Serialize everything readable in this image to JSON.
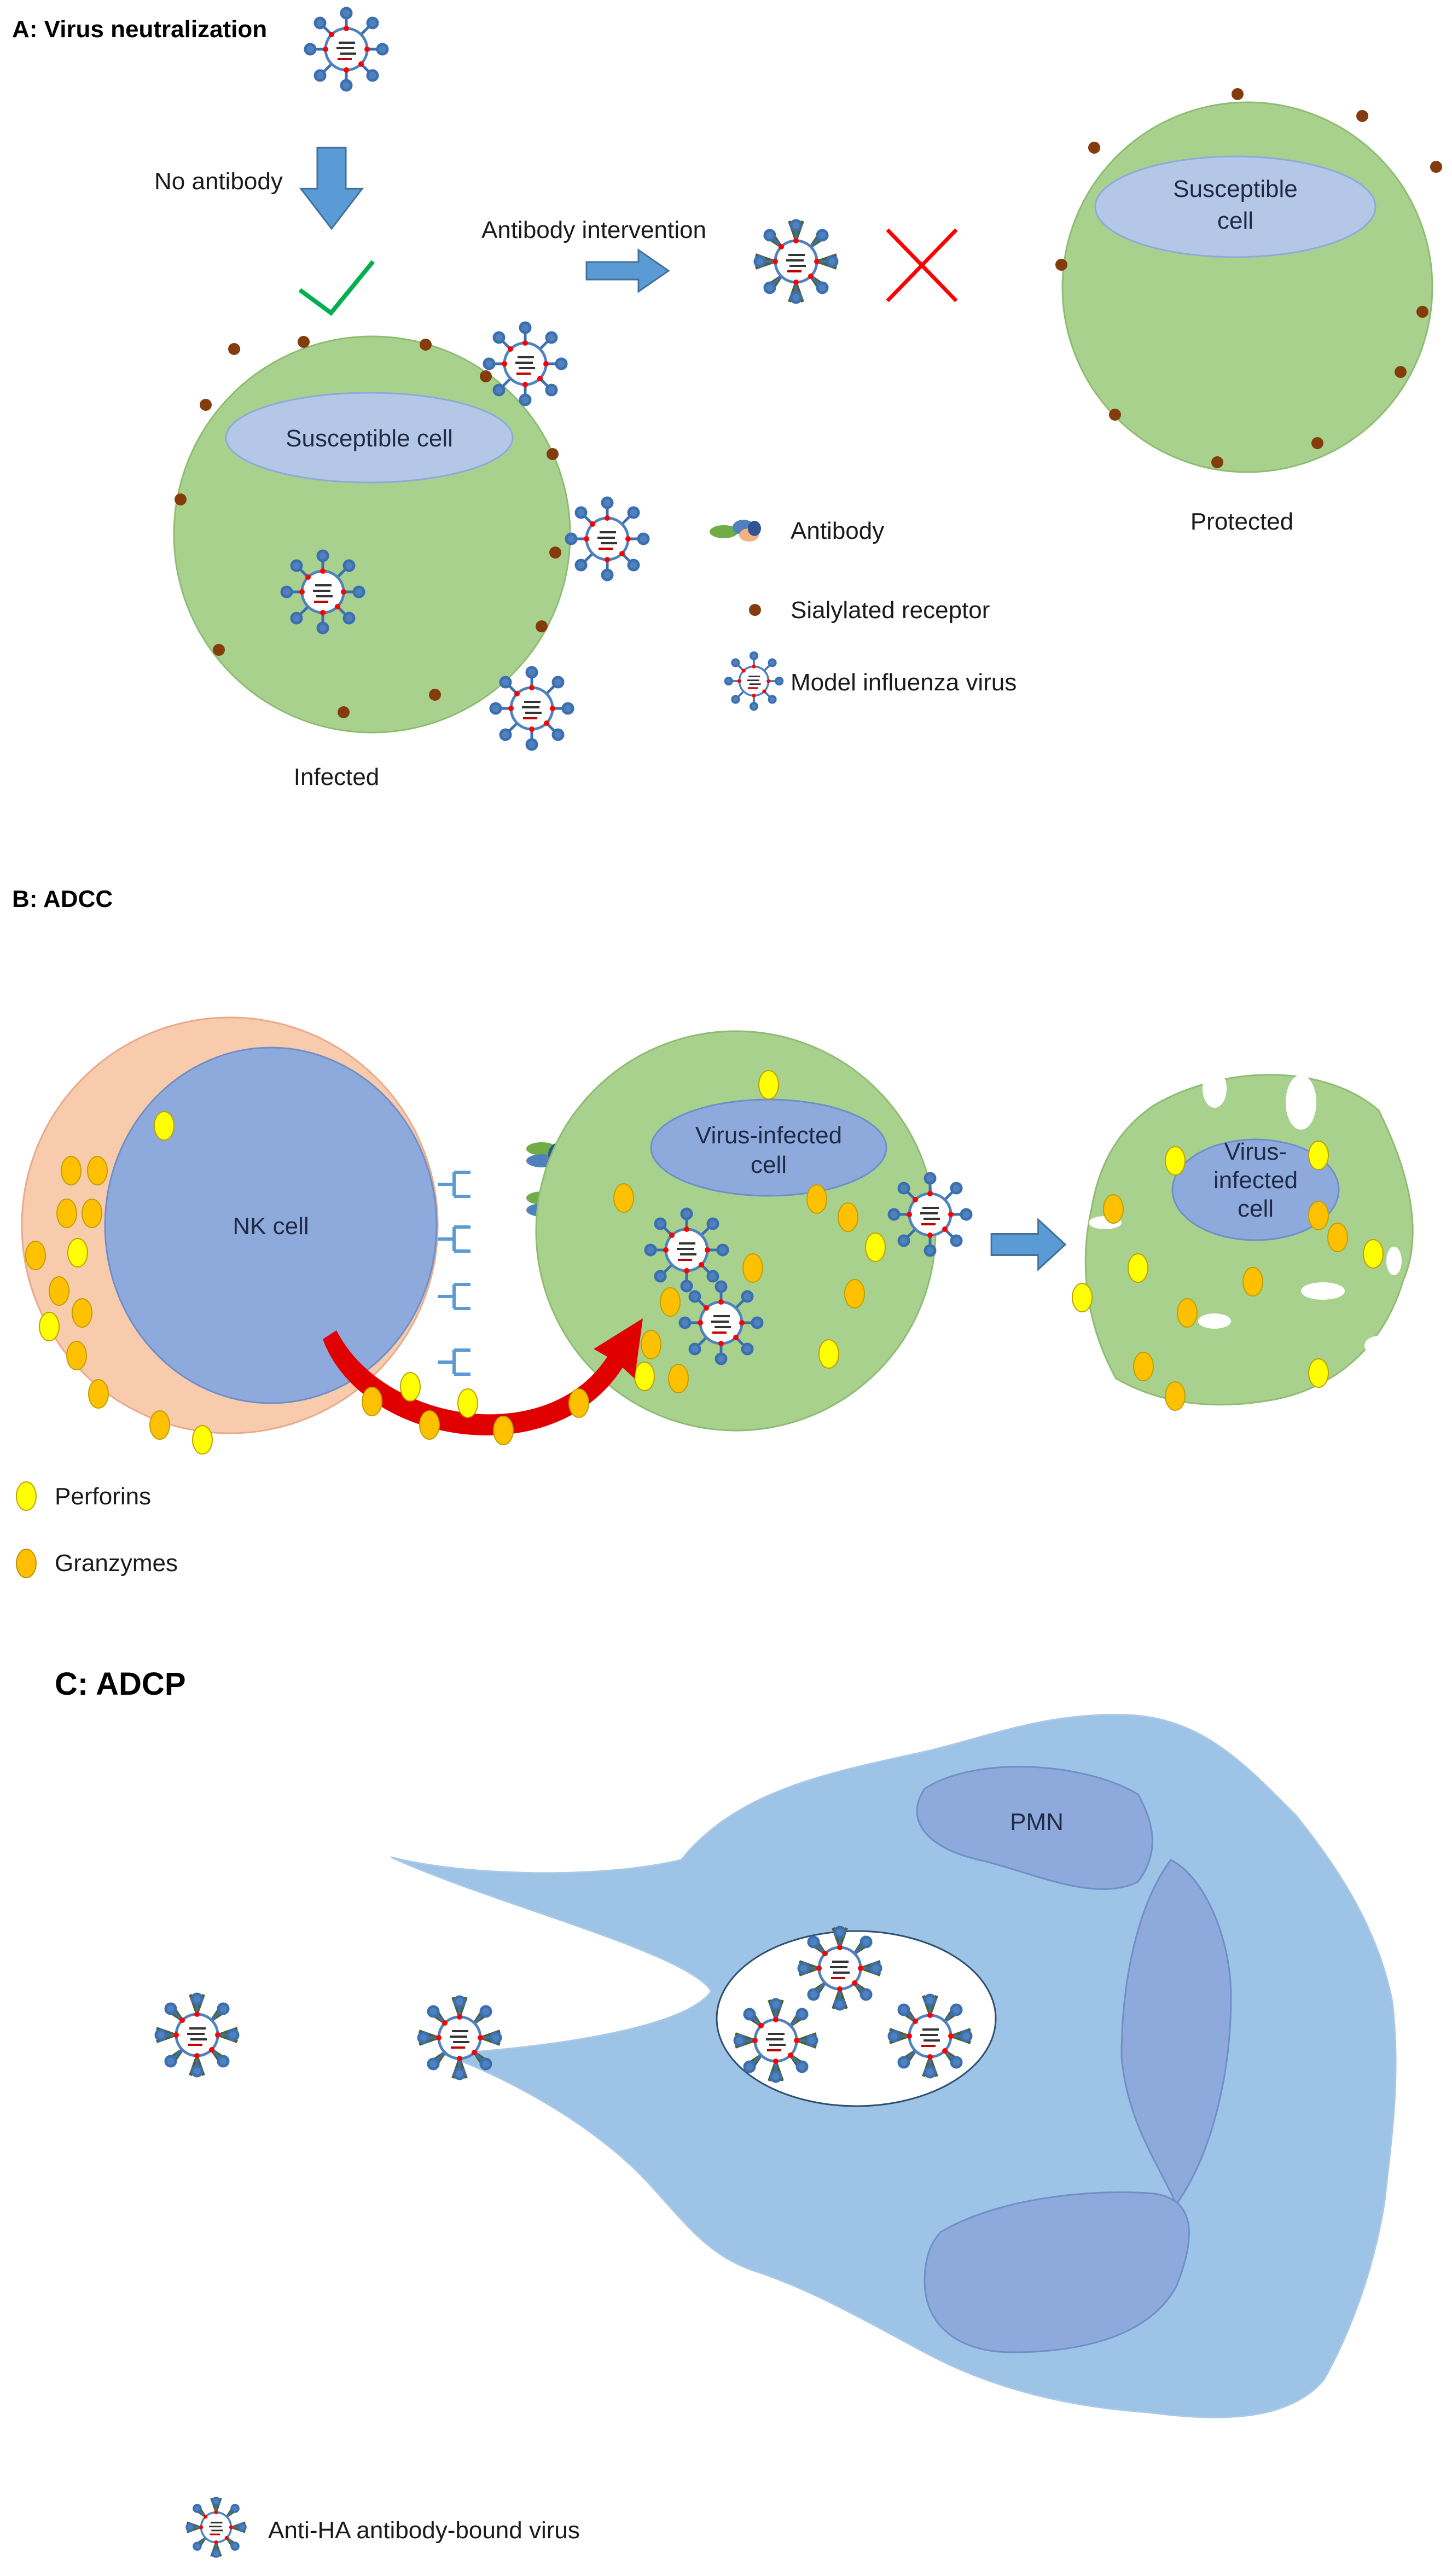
{
  "panel_a": {
    "title": "A: Virus neutralization",
    "no_antibody": "No antibody",
    "antibody_intervention": "Antibody intervention",
    "susceptible_cell_left": "Susceptible cell",
    "susceptible_cell_right": [
      "Susceptible",
      "cell"
    ],
    "infected": "Infected",
    "protected": "Protected",
    "legend": {
      "antibody": "Antibody",
      "receptor": "Sialylated receptor",
      "virus": "Model influenza virus"
    }
  },
  "panel_b": {
    "title": "B: ADCC",
    "nk_cell": "NK cell",
    "infected_cell": [
      "Virus-infected",
      "cell"
    ],
    "lysed_cell": [
      "Virus-",
      "infected",
      "cell"
    ],
    "legend": {
      "perforins": "Perforins",
      "granzymes": "Granzymes"
    }
  },
  "panel_c": {
    "title": "C: ADCP",
    "pmn": "PMN",
    "legend_virus": "Anti-HA antibody-bound virus"
  },
  "colors": {
    "cell_green": "#a9d18e",
    "nucleus_blue": "#b4c7e7",
    "nk_outer": "#f8cbad",
    "nk_inner": "#8ea9db",
    "perforin": "#ffff00",
    "granzyme": "#ffc000",
    "arrow_blue": "#5b9bd5",
    "red_cross": "#ff0000",
    "check_green": "#00b050",
    "receptor": "#843c0c",
    "pmn_body": "#9dc3e6",
    "curved_arrow": "#e00000"
  },
  "icons": [
    "virus-icon",
    "antibody-icon",
    "receptor-dot",
    "check-icon",
    "cross-icon",
    "arrow-icon"
  ]
}
